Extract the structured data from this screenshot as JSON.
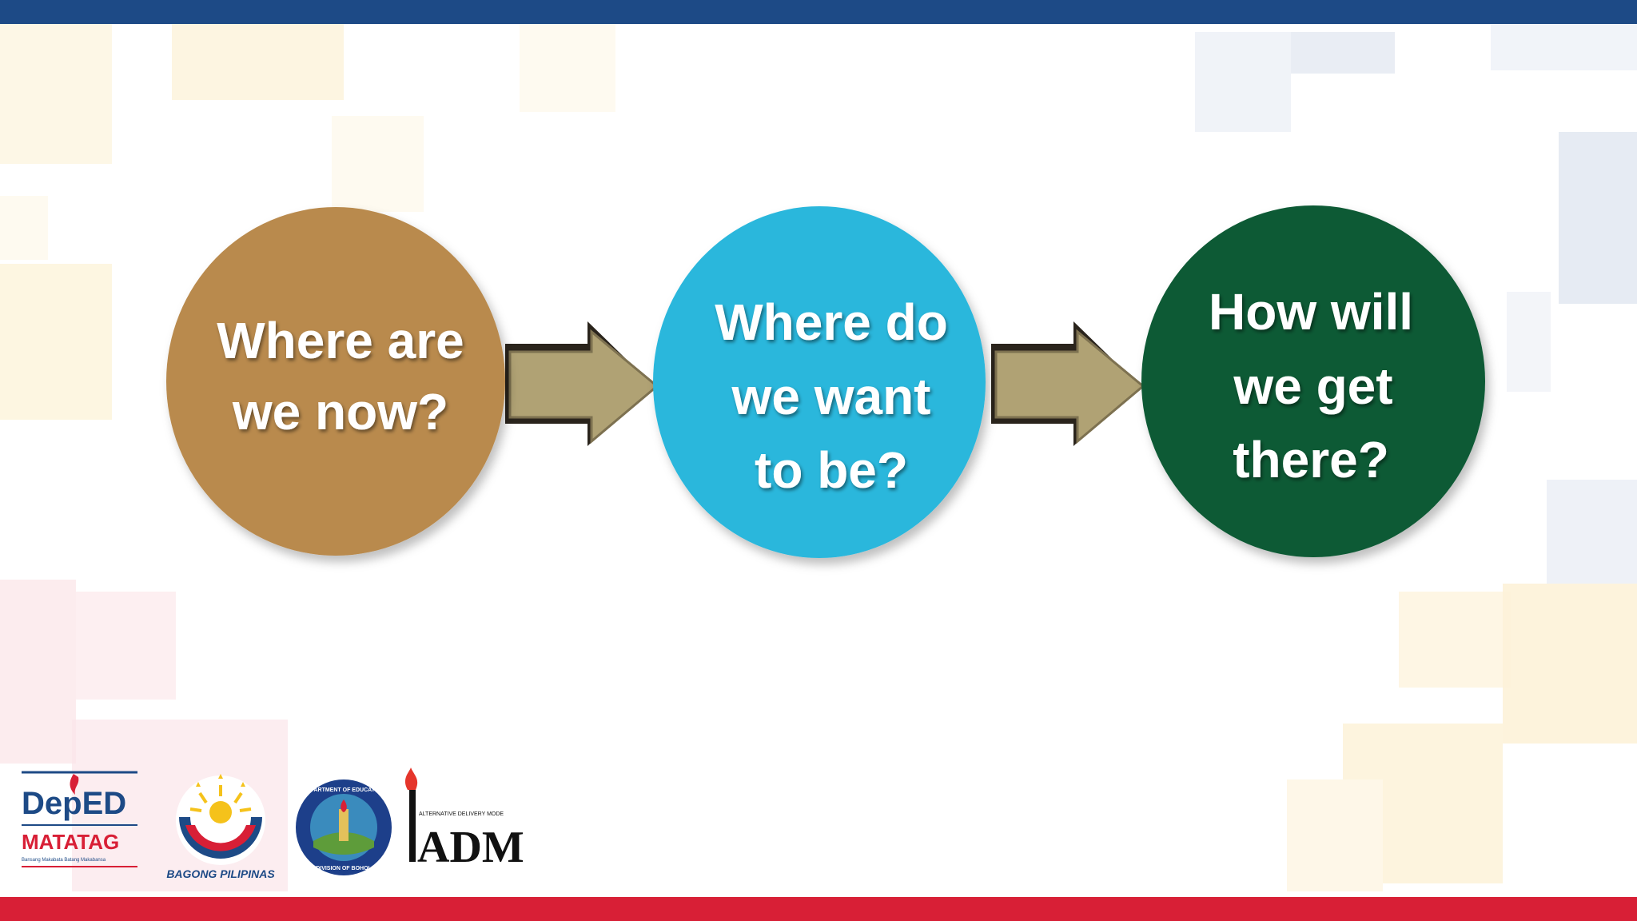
{
  "diagram": {
    "steps": [
      {
        "text_lines": [
          "Where are",
          "we now?"
        ],
        "color": "#b98a4e"
      },
      {
        "text_lines": [
          "Where do",
          "we want",
          "to be?"
        ],
        "color": "#2cb7dc"
      },
      {
        "text_lines": [
          "How will",
          "we get",
          "there?"
        ],
        "color": "#0d5a34"
      }
    ],
    "arrow_color": "#b0a274"
  },
  "logos": {
    "deped_main": "DepED",
    "deped_tagline": "MATATAG",
    "deped_subtitle": "Bansang Makabata Batang Makabansa",
    "bagong_pilipinas": "BAGONG PILIPINAS",
    "seal_top": "DEPARTMENT OF EDUCATION",
    "seal_bottom": "DIVISION OF BOHOL",
    "adm_small": "ALTERNATIVE DELIVERY MODE",
    "adm_main": "ADM"
  },
  "colors": {
    "top_bar": "#1d4a86",
    "bottom_bar": "#d81f36"
  }
}
